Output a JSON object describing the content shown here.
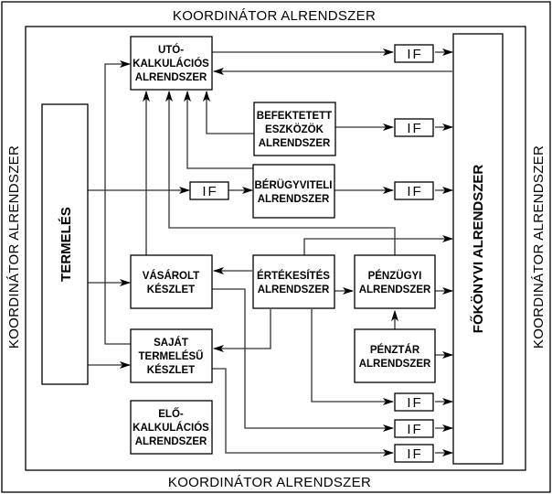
{
  "coordinator": {
    "top": "KOORDINÁTOR ALRENDSZER",
    "bottom": "KOORDINÁTOR ALRENDSZER",
    "left": "KOORDINÁTOR ALRENDSZER",
    "right": "KOORDINÁTOR ALRENDSZER"
  },
  "boxes": {
    "termeles": [
      "TERMELÉS"
    ],
    "fokonyvi": [
      "FŐKÖNYVI ALRENDSZER"
    ],
    "uto": [
      "UTÓ-",
      "KALKULÁCIÓS",
      "ALRENDSZER"
    ],
    "befektetett": [
      "BEFEKTETETT",
      "ESZKÖZÖK",
      "ALRENDSZER"
    ],
    "berugy": [
      "BÉRÜGYVITELI",
      "ALRENDSZER"
    ],
    "vasarolt": [
      "VÁSÁROLT",
      "KÉSZLET"
    ],
    "ertekesites": [
      "ÉRTÉKESÍTÉS",
      "ALRENDSZER"
    ],
    "penzugyi": [
      "PÉNZÜGYI",
      "ALRENDSZER"
    ],
    "sajat": [
      "SAJÁT",
      "TERMELÉSŰ",
      "KÉSZLET"
    ],
    "penztar": [
      "PÉNZTÁR",
      "ALRENDSZER"
    ],
    "elo": [
      "ELŐ-",
      "KALKULÁCIÓS",
      "ALRENDSZER"
    ]
  },
  "interface_label": "IF"
}
